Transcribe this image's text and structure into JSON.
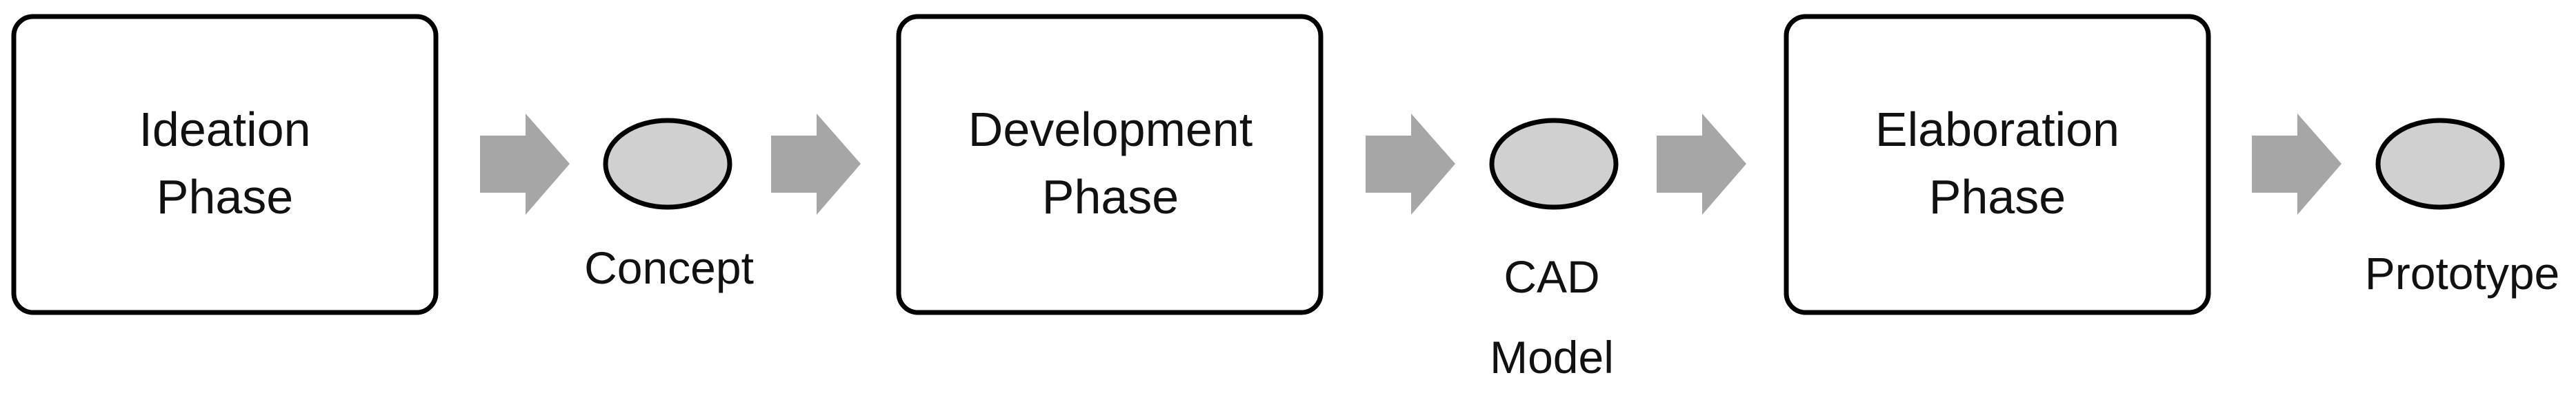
{
  "phases": [
    {
      "line1": "Ideation",
      "line2": "Phase"
    },
    {
      "line1": "Development",
      "line2": "Phase"
    },
    {
      "line1": "Elaboration",
      "line2": "Phase"
    }
  ],
  "artifacts": [
    {
      "line1": "Concept",
      "line2": ""
    },
    {
      "line1": "CAD",
      "line2": "Model"
    },
    {
      "line1": "Prototype",
      "line2": ""
    }
  ],
  "colors": {
    "arrow": "#a6a6a6",
    "artifact_fill": "#d0d0d0",
    "stroke": "#000000"
  }
}
